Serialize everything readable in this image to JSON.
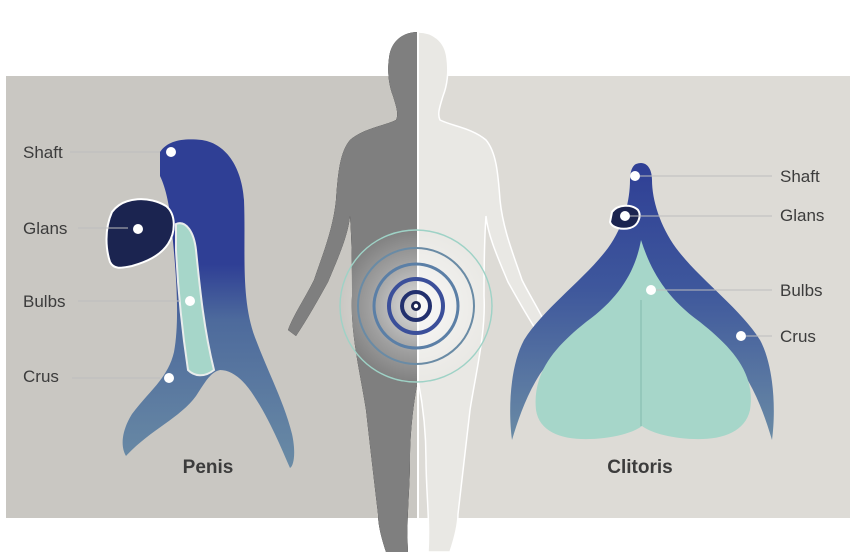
{
  "left": {
    "title": "Penis",
    "labels": {
      "shaft": "Shaft",
      "glans": "Glans",
      "bulbs": "Bulbs",
      "crus": "Crus"
    }
  },
  "right": {
    "title": "Clitoris",
    "labels": {
      "shaft": "Shaft",
      "glans": "Glans",
      "bulbs": "Bulbs",
      "crus": "Crus"
    }
  },
  "colors": {
    "left_panel": "#c9c7c2",
    "right_panel": "#dddbd6",
    "male_figure": "#7f7f7f",
    "female_figure": "#e9e8e4",
    "shaft_blue": "#2f3f95",
    "glans_dark": "#1b2450",
    "crus_blue": "#5f86a6",
    "bulbs_mint": "#a6d6c9",
    "label_text": "#3c3c3c"
  }
}
